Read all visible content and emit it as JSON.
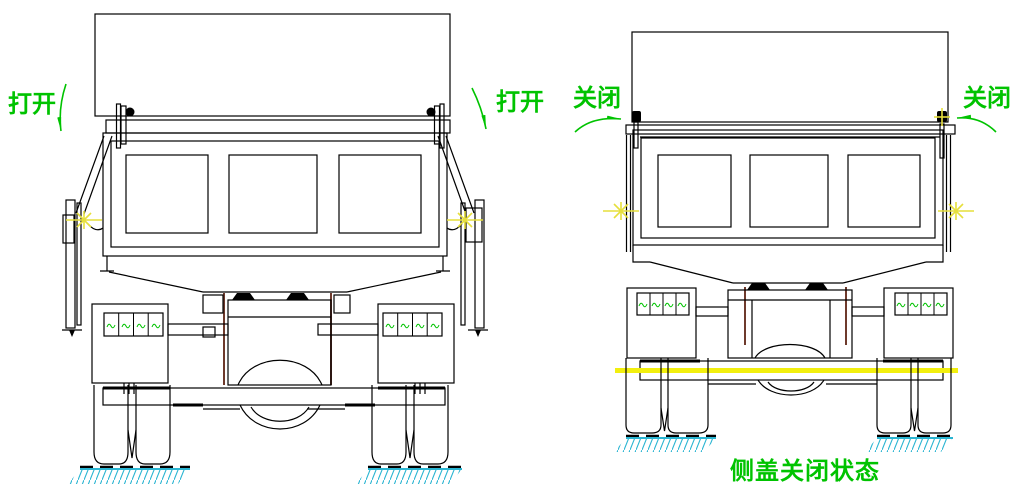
{
  "drawing": {
    "left_view": {
      "open_label_left": "打开",
      "open_label_right": "打开"
    },
    "right_view": {
      "close_label_left": "关闭",
      "close_label_right": "关闭",
      "caption": "侧盖关闭状态"
    },
    "colors": {
      "background": "#ffffff",
      "line_black": "#000000",
      "annotation_green": "#00c300",
      "ground_cyan": "#2ab5d2",
      "highlight_yellow": "#f2ef0e",
      "hinge_yellow": "#e6df3c",
      "frame_maroon": "#6e3a2c"
    }
  }
}
